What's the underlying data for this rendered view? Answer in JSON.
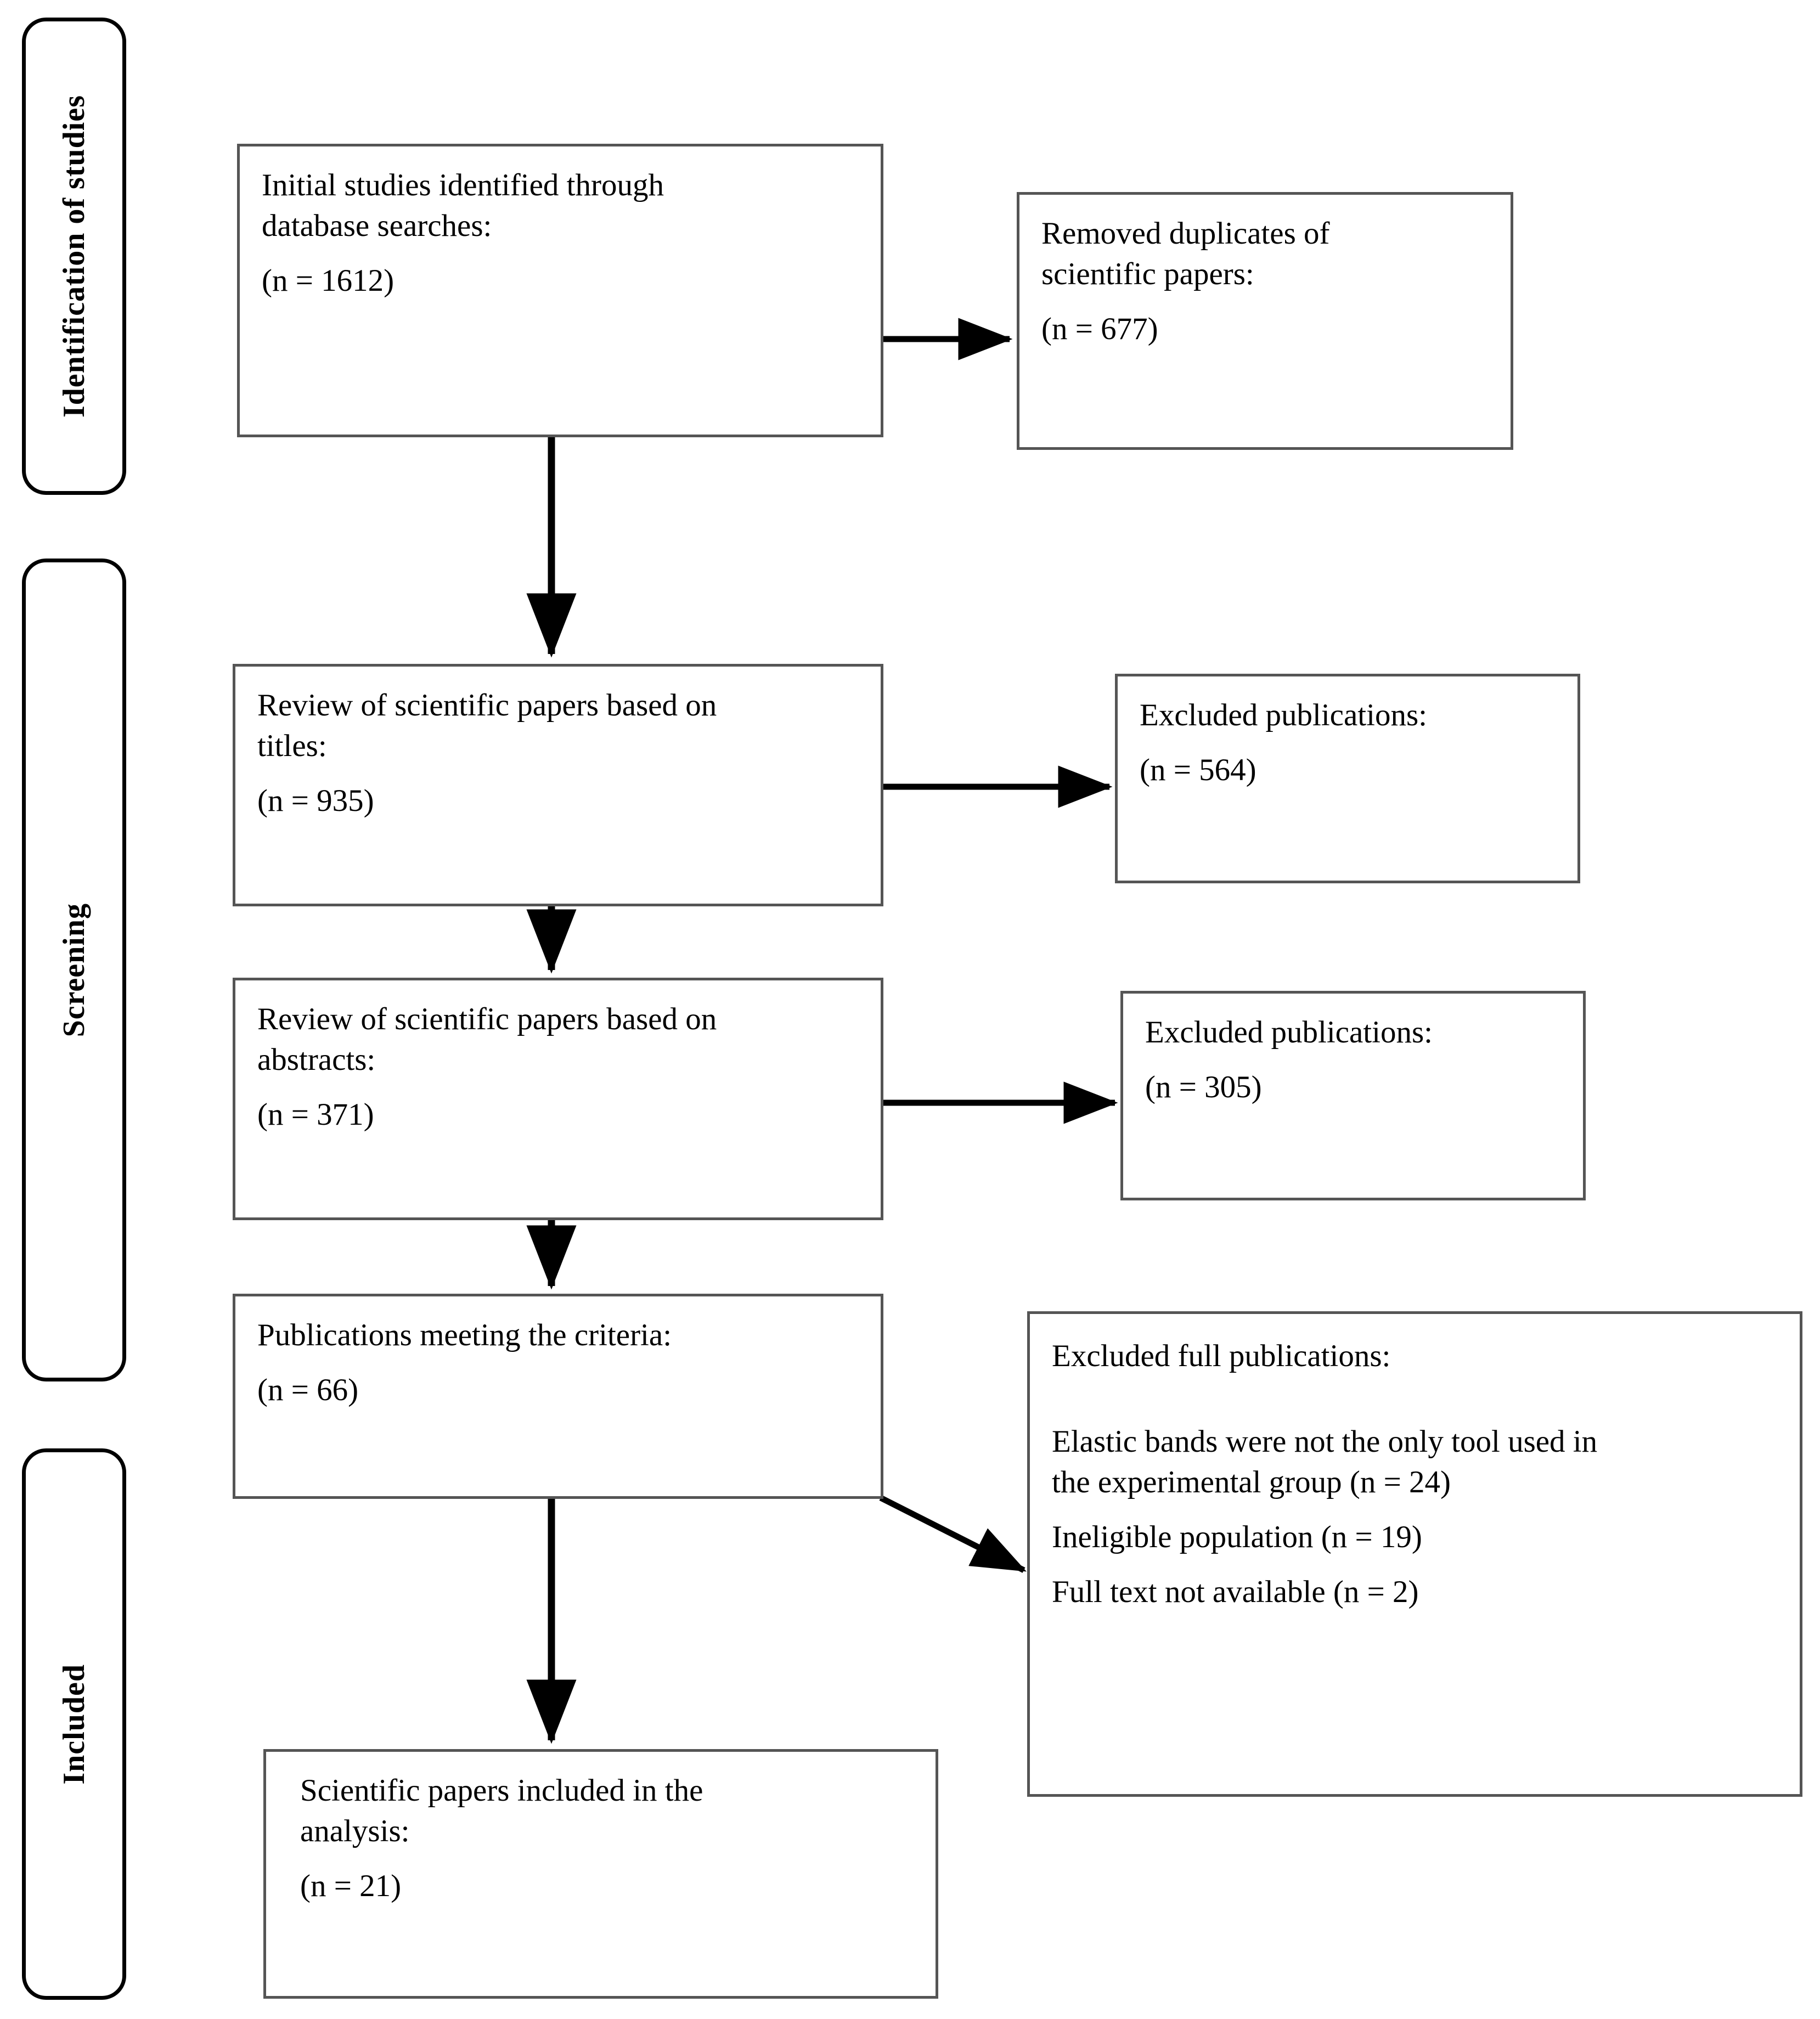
{
  "diagram": {
    "type": "prisma-flow-diagram",
    "title": "PRISMA study selection flow diagram"
  },
  "stages": [
    {
      "id": "identification",
      "label": "Identification of studies"
    },
    {
      "id": "screening",
      "label": "Screening"
    },
    {
      "id": "included",
      "label": "Included"
    }
  ],
  "boxes": {
    "initial_studies": {
      "line1": "Initial studies identified through",
      "line2": "database searches:",
      "count": "(n = 1612)"
    },
    "removed_duplicates": {
      "line1": "Removed duplicates of",
      "line2": "scientific papers:",
      "count": "(n = 677)"
    },
    "review_titles": {
      "line1": "Review of scientific papers based on",
      "line2": "titles:",
      "count": "(n = 935)"
    },
    "excluded_titles": {
      "line1": "Excluded publications:",
      "count": "(n = 564)"
    },
    "review_abstracts": {
      "line1": "Review of scientific papers based on",
      "line2": "abstracts:",
      "count": "(n = 371)"
    },
    "excluded_abstracts": {
      "line1": "Excluded publications:",
      "count": "(n = 305)"
    },
    "meeting_criteria": {
      "line1": "Publications meeting the criteria:",
      "count": "(n = 66)"
    },
    "excluded_full": {
      "heading": "Excluded full publications:",
      "reason1_line1": "Elastic bands were not the only tool used in",
      "reason1_line2": "the experimental group (n = 24)",
      "reason2": "Ineligible population (n = 19)",
      "reason3": "Full text not available (n = 2)"
    },
    "included_papers": {
      "line1": "Scientific papers included in the",
      "line2": "analysis:",
      "count": "(n = 21)"
    }
  },
  "chart_data": {
    "type": "flowchart",
    "title": "PRISMA study selection flow",
    "nodes": [
      {
        "id": "initial_studies",
        "stage": "Identification of studies",
        "label": "Initial studies identified through database searches:",
        "n": 1612
      },
      {
        "id": "removed_duplicates",
        "stage": "Identification of studies",
        "label": "Removed duplicates of scientific papers:",
        "n": 677
      },
      {
        "id": "review_titles",
        "stage": "Screening",
        "label": "Review of scientific papers based on titles:",
        "n": 935
      },
      {
        "id": "excluded_titles",
        "stage": "Screening",
        "label": "Excluded publications:",
        "n": 564
      },
      {
        "id": "review_abstracts",
        "stage": "Screening",
        "label": "Review of scientific papers based on abstracts:",
        "n": 371
      },
      {
        "id": "excluded_abstracts",
        "stage": "Screening",
        "label": "Excluded publications:",
        "n": 305
      },
      {
        "id": "meeting_criteria",
        "stage": "Screening",
        "label": "Publications meeting the criteria:",
        "n": 66
      },
      {
        "id": "excluded_full",
        "stage": "Included",
        "label": "Excluded full publications:",
        "reasons": [
          {
            "text": "Elastic bands were not the only tool used in the experimental group",
            "n": 24
          },
          {
            "text": "Ineligible population",
            "n": 19
          },
          {
            "text": "Full text not available",
            "n": 2
          }
        ]
      },
      {
        "id": "included_papers",
        "stage": "Included",
        "label": "Scientific papers included in the analysis:",
        "n": 21
      }
    ],
    "edges": [
      {
        "from": "initial_studies",
        "to": "removed_duplicates",
        "direction": "right"
      },
      {
        "from": "initial_studies",
        "to": "review_titles",
        "direction": "down"
      },
      {
        "from": "review_titles",
        "to": "excluded_titles",
        "direction": "right"
      },
      {
        "from": "review_titles",
        "to": "review_abstracts",
        "direction": "down"
      },
      {
        "from": "review_abstracts",
        "to": "excluded_abstracts",
        "direction": "right"
      },
      {
        "from": "review_abstracts",
        "to": "meeting_criteria",
        "direction": "down"
      },
      {
        "from": "meeting_criteria",
        "to": "excluded_full",
        "direction": "diagonal-down-right"
      },
      {
        "from": "meeting_criteria",
        "to": "included_papers",
        "direction": "down"
      }
    ]
  }
}
